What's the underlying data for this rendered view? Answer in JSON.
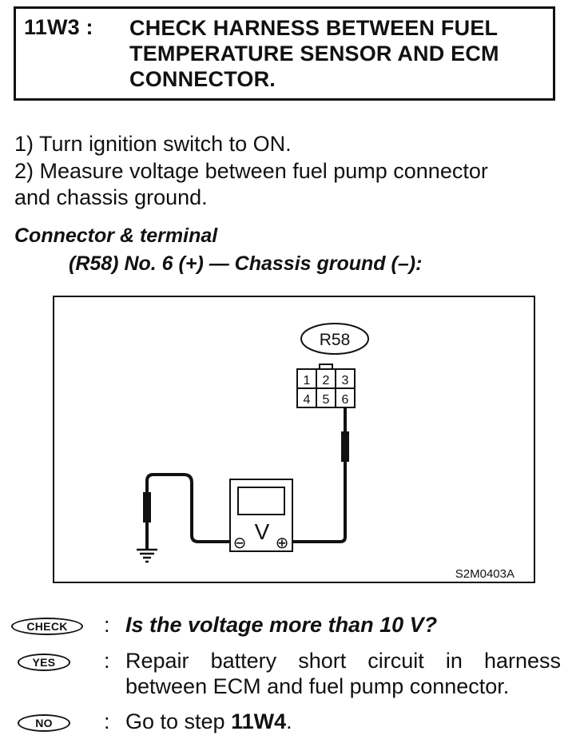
{
  "header": {
    "step_code": "11W3 :",
    "title": "CHECK HARNESS BETWEEN FUEL TEMPERATURE SENSOR AND ECM CONNECTOR."
  },
  "instructions": [
    "1)  Turn ignition switch to ON.",
    "2)  Measure voltage between fuel pump connector",
    "and chassis ground."
  ],
  "connector": {
    "heading": "Connector & terminal",
    "spec": "(R58) No. 6 (+) — Chassis ground (–):"
  },
  "diagram": {
    "connector_label": "R58",
    "pins": [
      "1",
      "2",
      "3",
      "4",
      "5",
      "6"
    ],
    "meter_symbol": "V",
    "minus_symbol": "⊖",
    "plus_symbol": "⊕",
    "figure_code": "S2M0403A"
  },
  "decision": {
    "check_badge": "CHECK",
    "question": "Is the voltage more than 10 V?",
    "yes_badge": "YES",
    "yes_text": "Repair battery short circuit in harness between ECM and fuel pump connector.",
    "no_badge": "NO",
    "no_prefix": "Go to step ",
    "no_step": "11W4",
    "no_suffix": "."
  }
}
